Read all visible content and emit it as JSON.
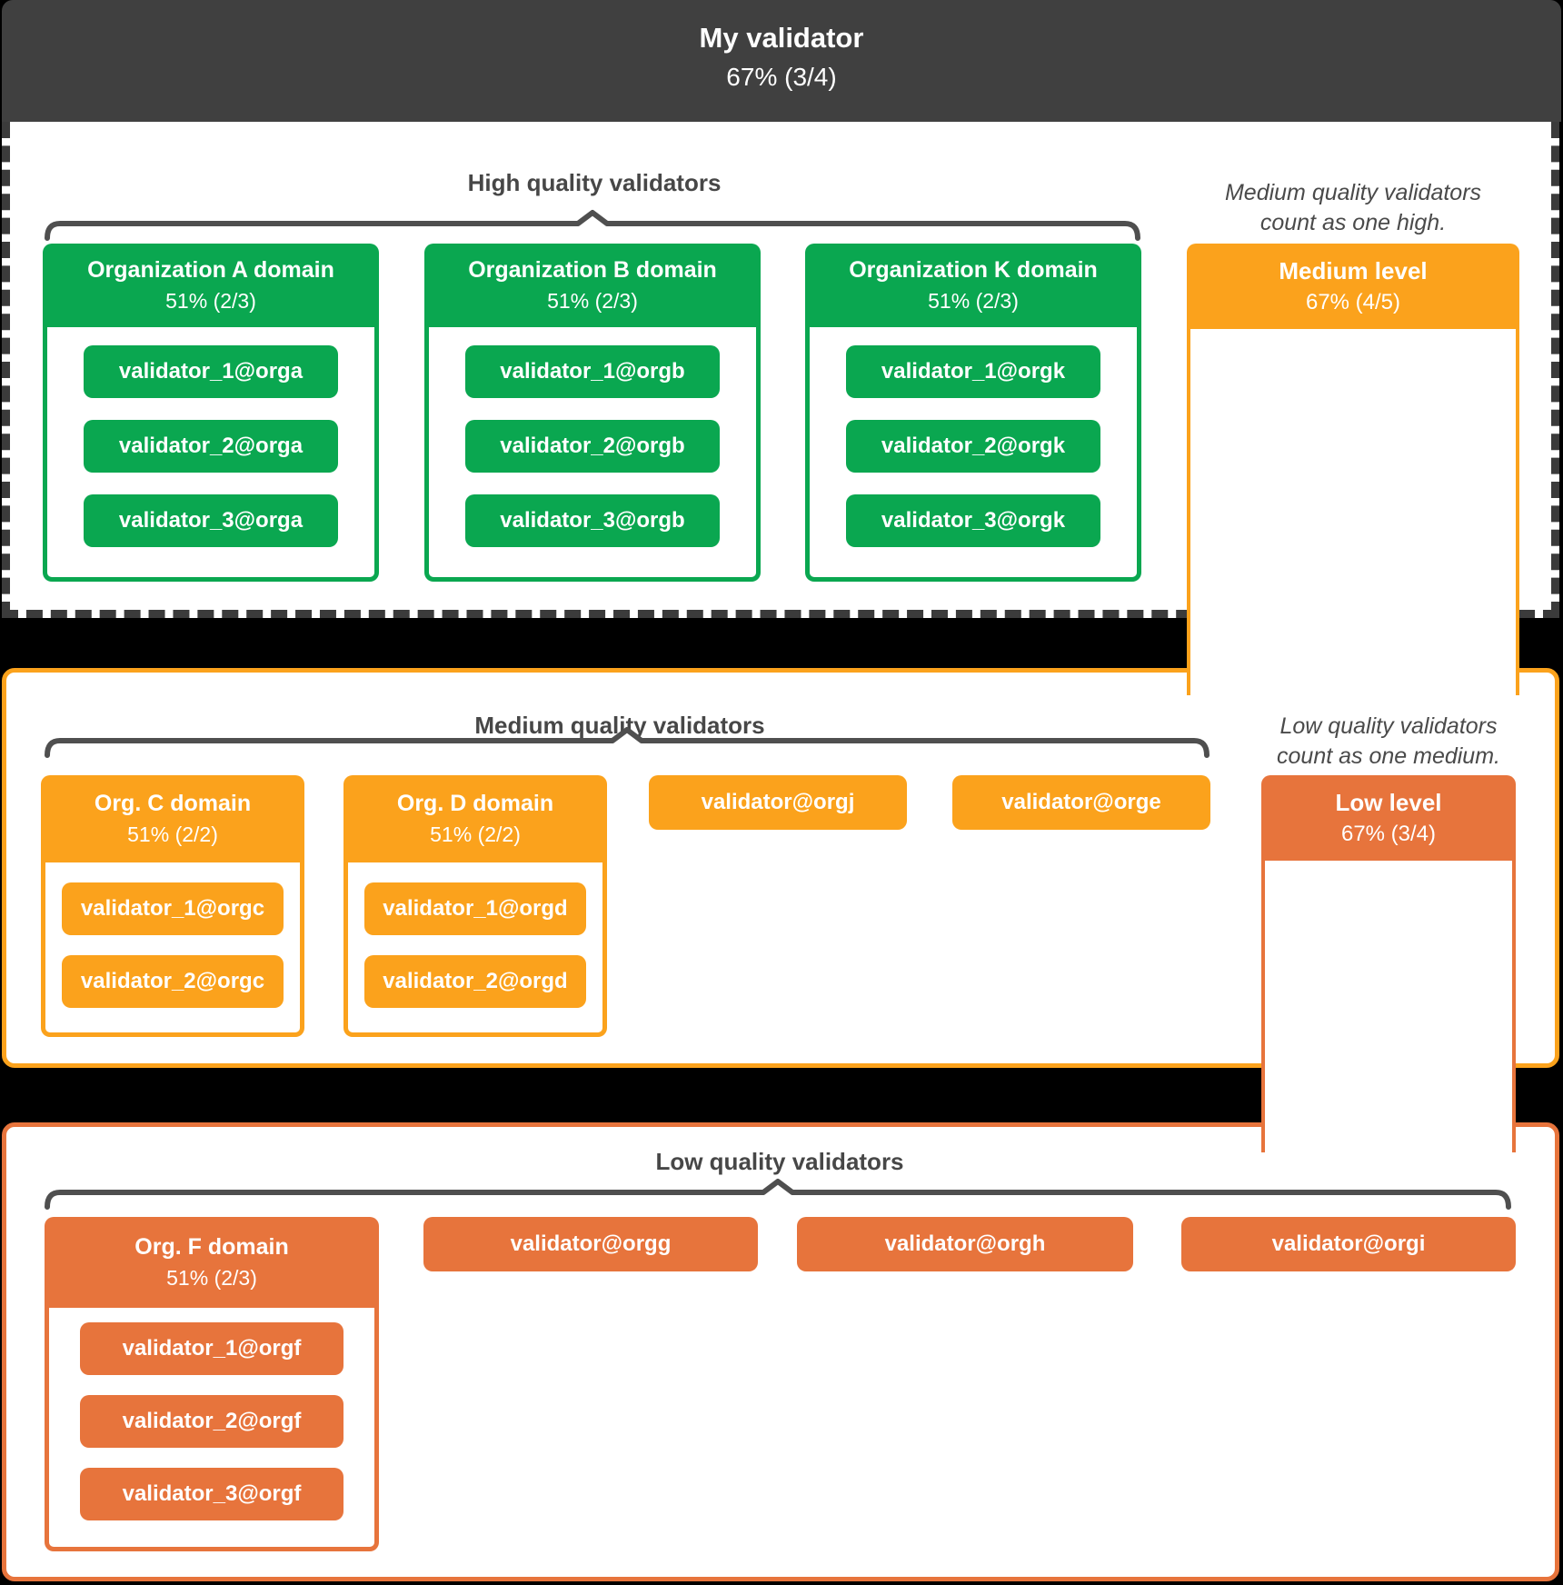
{
  "page": {
    "title": "My validator",
    "quorum": "67% (3/4)"
  },
  "colors": {
    "header_bg": "#404040",
    "high_green": "#0aa750",
    "medium_orange": "#fba21c",
    "low_orange": "#e7743c",
    "dashed_border": "#3b3b3b",
    "text_dark": "#4a4a4a"
  },
  "high": {
    "title": "High quality validators",
    "note_line1": "Medium quality validators",
    "note_line2": "count as one high.",
    "level_box": {
      "name": "Medium level",
      "quorum": "67% (4/5)"
    },
    "orgs": [
      {
        "name": "Organization A domain",
        "quorum": "51% (2/3)",
        "validators": [
          "validator_1@orga",
          "validator_2@orga",
          "validator_3@orga"
        ]
      },
      {
        "name": "Organization B domain",
        "quorum": "51% (2/3)",
        "validators": [
          "validator_1@orgb",
          "validator_2@orgb",
          "validator_3@orgb"
        ]
      },
      {
        "name": "Organization K domain",
        "quorum": "51% (2/3)",
        "validators": [
          "validator_1@orgk",
          "validator_2@orgk",
          "validator_3@orgk"
        ]
      }
    ]
  },
  "medium": {
    "title": "Medium quality validators",
    "note_line1": "Low quality validators",
    "note_line2": "count as one medium.",
    "level_box": {
      "name": "Low level",
      "quorum": "67% (3/4)"
    },
    "orgs": [
      {
        "name": "Org. C domain",
        "quorum": "51% (2/2)",
        "validators": [
          "validator_1@orgc",
          "validator_2@orgc"
        ]
      },
      {
        "name": "Org. D domain",
        "quorum": "51% (2/2)",
        "validators": [
          "validator_1@orgd",
          "validator_2@orgd"
        ]
      }
    ],
    "validators": [
      "validator@orgj",
      "validator@orge"
    ]
  },
  "low": {
    "title": "Low quality validators",
    "orgs": [
      {
        "name": "Org. F domain",
        "quorum": "51% (2/3)",
        "validators": [
          "validator_1@orgf",
          "validator_2@orgf",
          "validator_3@orgf"
        ]
      }
    ],
    "validators": [
      "validator@orgg",
      "validator@orgh",
      "validator@orgi"
    ]
  }
}
